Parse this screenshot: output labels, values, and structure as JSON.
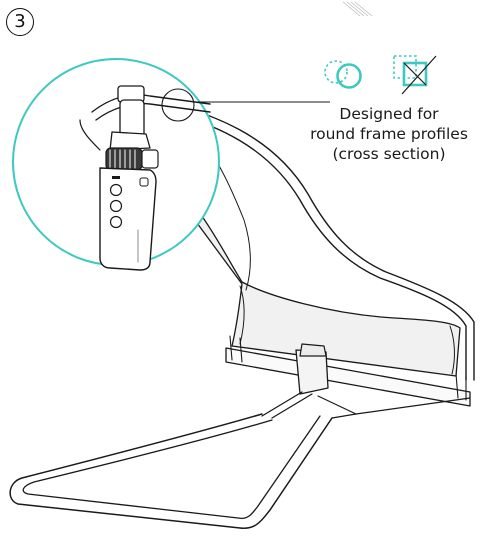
{
  "step": {
    "number": "3"
  },
  "callout": {
    "line1": "Designed for",
    "line2": "round frame profiles",
    "line3": "(cross section)"
  },
  "icons": {
    "compatible": "round-profile-ok-icon",
    "incompatible": "square-profile-crossed-icon"
  },
  "colors": {
    "accent": "#3ec9c0",
    "outline": "#1a1a1a",
    "fabric": "#f0f0f0"
  }
}
